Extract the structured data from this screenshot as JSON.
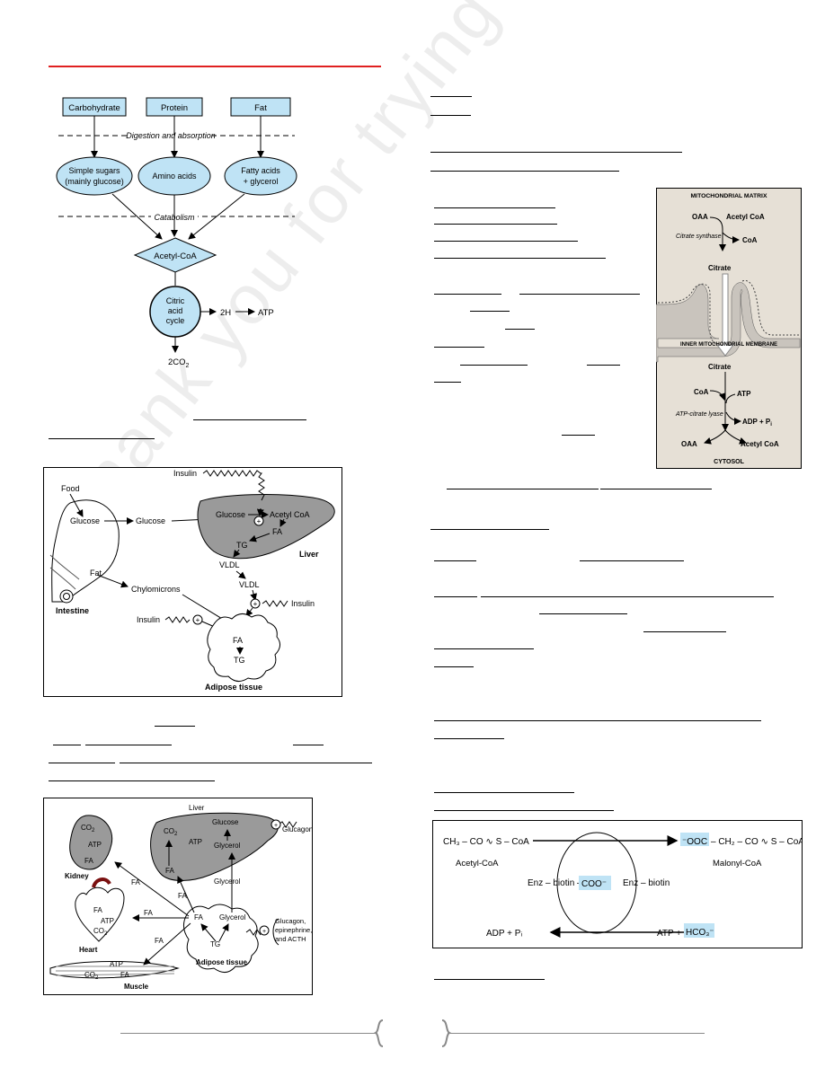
{
  "fig1": {
    "sources": [
      "Carbohydrate",
      "Protein",
      "Fat"
    ],
    "digestion": "Digestion and absorption",
    "products": [
      [
        "Simple sugars",
        "(mainly glucose)"
      ],
      [
        "Amino acids"
      ],
      [
        "Fatty acids",
        "+ glycerol"
      ]
    ],
    "catabolism": "Catabolism",
    "acetyl": "Acetyl-CoA",
    "cycle": [
      "Citric",
      "acid",
      "cycle"
    ],
    "h2": "2H",
    "atp": "ATP",
    "co2": "2CO",
    "co2_sub": "2"
  },
  "fig2": {
    "food": "Food",
    "glucose_intestine": "Glucose",
    "glucose_arrow": "Glucose",
    "fat": "Fat",
    "intestine": "Intestine",
    "chylomicrons": "Chylomicrons",
    "insulin_top": "Insulin",
    "insulin_right": "Insulin",
    "insulin_left": "Insulin",
    "liver_glucose": "Glucose",
    "acetyl_coa": "Acetyl CoA",
    "fa_liver": "FA",
    "tg_liver": "TG",
    "vldl_liver": "VLDL",
    "liver": "Liver",
    "vldl": "VLDL",
    "fa_adipose": "FA",
    "tg_adipose": "TG",
    "adipose": "Adipose tissue"
  },
  "fig3": {
    "liver": "Liver",
    "glucose": "Glucose",
    "co2_liver": "CO",
    "atp_liver": "ATP",
    "glycerol_liver": "Glycerol",
    "fa_liver": "FA",
    "glucagon": "Glucagon",
    "kidney": "Kidney",
    "co2_kidney": "CO",
    "atp_kidney": "ATP",
    "fa_kidney": "FA",
    "heart": "Heart",
    "fa_heart": "FA",
    "atp_heart": "ATP",
    "co2_heart": "CO",
    "muscle": "Muscle",
    "atp_muscle": "ATP",
    "co2_muscle": "CO",
    "fa_muscle": "FA",
    "fa_paths": [
      "FA",
      "FA",
      "FA",
      "FA",
      "FA"
    ],
    "glycerol_mid": "Glycerol",
    "adipose_fa": "FA",
    "adipose_glycerol": "Glycerol",
    "adipose_tg": "TG",
    "adipose": "Adipose tissue",
    "hormones": [
      "Glucagon,",
      "epinephrine,",
      "and ACTH"
    ],
    "sub2": "2"
  },
  "fig4": {
    "matrix": "MITOCHONDRIAL MATRIX",
    "oaa": "OAA",
    "acetyl": "Acetyl CoA",
    "synthase": "Citrate synthase",
    "coa": "CoA",
    "citrate1": "Citrate",
    "membrane": "INNER MITOCHONDRIAL MEMBRANE",
    "citrate2": "Citrate",
    "coa2": "CoA",
    "atp": "ATP",
    "lyase": "ATP-citrate lyase",
    "adp": "ADP + P",
    "adp_sub": "i",
    "oaa2": "OAA",
    "acetyl2": "Acetyl CoA",
    "cytosol": "CYTOSOL"
  },
  "fig5": {
    "left_formula": "CH₃ – CO ∿ S – CoA",
    "acetyl": "Acetyl-CoA",
    "right_ooc": "⁻OOC",
    "right_rest": "– CH₂ – CO ∿ S – CoA",
    "malonyl": "Malonyl-CoA",
    "enz_biotin_coo": "Enz – biotin –",
    "coo": "COO⁻",
    "enz_biotin": "Enz – biotin",
    "adp": "ADP + Pᵢ",
    "atp": "ATP +",
    "hco3": "HCO₃⁻"
  },
  "watermark": "Thank you for trying PDF Suite",
  "colors": {
    "box_fill": "#bfe3f5",
    "red_rule": "#e02020",
    "tissue": "#9a9a9a"
  }
}
